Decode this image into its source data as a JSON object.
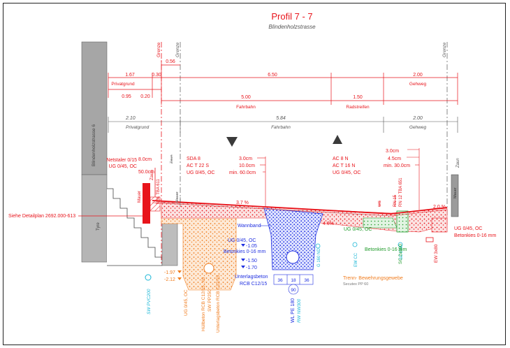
{
  "title": "Profil 7 - 7",
  "subtitle": "Blindenholzstrasse",
  "colors": {
    "red": "#e8141b",
    "orange": "#f07c1e",
    "blue": "#1f2fe0",
    "green": "#1f9a2a",
    "cyan": "#19b6d6",
    "gray": "#9b9b9b",
    "dark": "#3a3a3a"
  },
  "dimensions_top": {
    "grenze_left": "Grenze",
    "grenze_right": "Grenze",
    "d056": "0.56",
    "d167": "1.67",
    "d030": "0.30",
    "d650": "6.50",
    "d200a": "2.00",
    "privatgrund": "Privatgrund",
    "gehweg": "Gehweg",
    "d095": "0.95",
    "d020": "0.20",
    "d500": "5.00",
    "d150": "1.50",
    "fahrbahn": "Fahrbahn",
    "radstreifen": "Radstreifen"
  },
  "dimensions_existing": {
    "d210": "2.10",
    "d584": "5.84",
    "d200b": "2.00",
    "privatgrund": "Privatgrund",
    "fahrbahn": "Fahrbahn",
    "gehweg": "Gehweg"
  },
  "labels": {
    "building": "Blindenholzstrasse 6",
    "zaun_left": "Zaun",
    "zaun_right": "Zaun",
    "zaun_strike": "Zaun",
    "mauer_left": "Mauer",
    "mauer_right": "Mauer",
    "mauer_strike": "Mauer",
    "tba611": "RSt. TBA 611",
    "netstaler": "Netstaler 0/15",
    "ug_left": "UG 0/45, OC",
    "cm8": "8.0cm",
    "cm50": "50.0cm",
    "sda": "SDA 8",
    "act22": "AC T 22 S",
    "ug_mid": "UG 0/45, OC",
    "cm3a": "3.0cm",
    "cm10": "10.0cm",
    "cm60": "min. 60.0cm",
    "ac8": "AC 8 N",
    "act16": "AC T 16 N",
    "ug_right": "UG 0/45, OC",
    "cm3b": "3.0cm",
    "cm45": "4.5cm",
    "cm30": "min. 30.0cm",
    "rn12": "RN 12 TBA 651",
    "rn15": "RN 15",
    "ws": "WS",
    "slope_left": "3.7 %",
    "slope_mid": "4.0%",
    "slope_right": "2.0 %",
    "detailplan": "Siehe Detailplan 2692.000-613",
    "wannband": "Wannband",
    "ug_wb": "UG 0/45, OC",
    "betonkies_a": "Betonkies 0-16 mm",
    "lv105": "-1.05",
    "lv150": "-1.50",
    "lv170": "-1.70",
    "unterlagsbeton": "Unterlagsbeton",
    "rcb": "RCB C12/15",
    "w36a": "36",
    "w18": "18",
    "w36b": "36",
    "w90": "90",
    "wlpe": "WL PE 180",
    "rwnw": "RW NW300",
    "g160": "G 160 ND",
    "ug_green": "UG 0/45, OC",
    "ewcc": "EW CC",
    "betonkies_b": "Betonkies 0-16 mm",
    "trenn": "Trenn- Bewehrungsgewebe",
    "secutex": "Secutex PP 60",
    "sc2a": "SC 2a100",
    "sc_ew": "SC EW",
    "ew3": "EW 3x80",
    "ug_far": "UG 0/45, OC",
    "betonkies_c": "Betonkies 0-16 mm",
    "tyre": "Tyre",
    "lv197": "-1.97",
    "lv212": "-2.12",
    "sw_pvc": "SW PVC200",
    "ug_orange": "UG 0/45, OC",
    "huell": "Hüllbeton RCB C12/15, X0",
    "swpp": "SW PP250",
    "unterlags2": "Unterlagsbeton RCB C12/15"
  }
}
